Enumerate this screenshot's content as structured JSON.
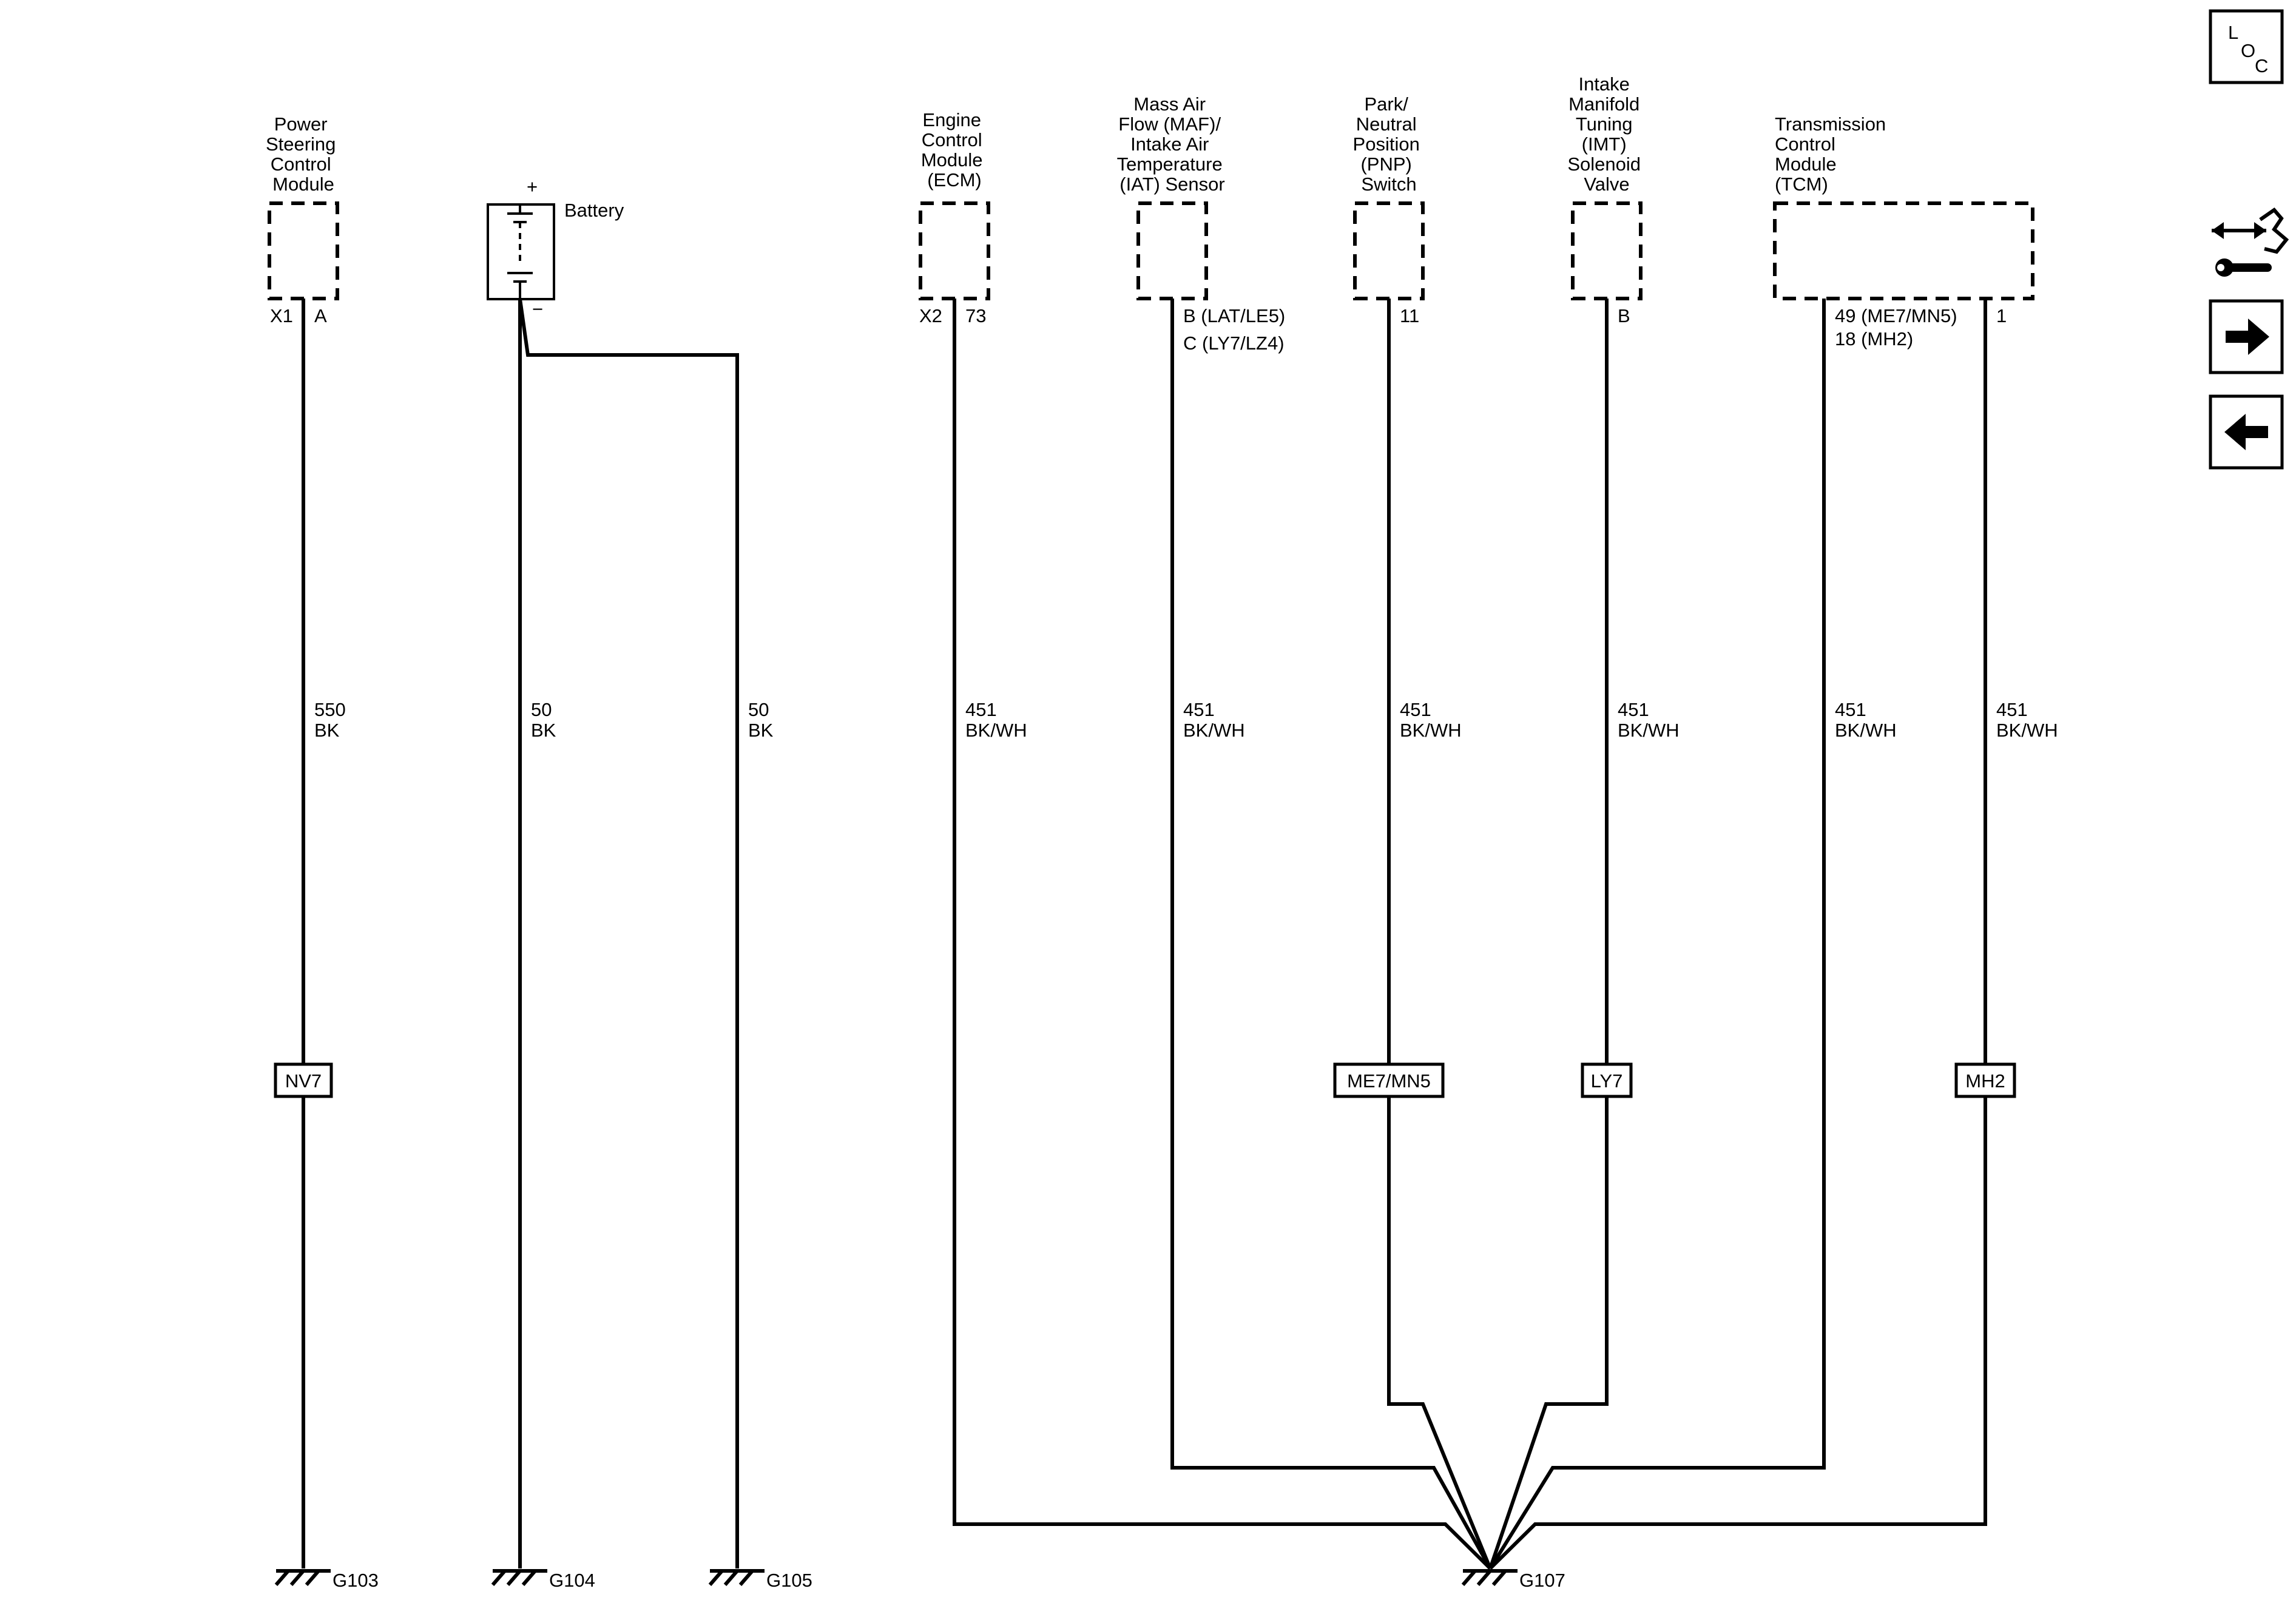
{
  "components": {
    "pscm": {
      "name": [
        "Power",
        "Steering",
        "Control",
        "Module"
      ],
      "connector": "X1",
      "pin": "A"
    },
    "battery": {
      "name": "Battery",
      "plus": "+",
      "minus": "−"
    },
    "ecm": {
      "name": [
        "Engine",
        "Control",
        "Module",
        "(ECM)"
      ],
      "connector": "X2",
      "pin": "73"
    },
    "maf": {
      "name": [
        "Mass Air",
        "Flow (MAF)/",
        "Intake Air",
        "Temperature",
        "(IAT) Sensor"
      ],
      "pins": [
        "B (LAT/LE5)",
        "C (LY7/LZ4)"
      ]
    },
    "pnp": {
      "name": [
        "Park/",
        "Neutral",
        "Position",
        "(PNP)",
        "Switch"
      ],
      "pin": "11"
    },
    "imt": {
      "name": [
        "Intake",
        "Manifold",
        "Tuning",
        "(IMT)",
        "Solenoid",
        "Valve"
      ],
      "pin": "B"
    },
    "tcm": {
      "name": [
        "Transmission",
        "Control",
        "Module",
        "(TCM)"
      ],
      "pins": [
        "49 (ME7/MN5)",
        "18 (MH2)"
      ],
      "pin2": "1"
    }
  },
  "wires": {
    "pscm": {
      "circuit": "550",
      "color": "BK"
    },
    "batt1": {
      "circuit": "50",
      "color": "BK"
    },
    "batt2": {
      "circuit": "50",
      "color": "BK"
    },
    "ecm": {
      "circuit": "451",
      "color": "BK/WH"
    },
    "maf": {
      "circuit": "451",
      "color": "BK/WH"
    },
    "pnp": {
      "circuit": "451",
      "color": "BK/WH"
    },
    "imt": {
      "circuit": "451",
      "color": "BK/WH"
    },
    "tcm1": {
      "circuit": "451",
      "color": "BK/WH"
    },
    "tcm2": {
      "circuit": "451",
      "color": "BK/WH"
    }
  },
  "options": {
    "nv7": "NV7",
    "me7": "ME7/MN5",
    "ly7": "LY7",
    "mh2": "MH2"
  },
  "grounds": {
    "g103": "G103",
    "g104": "G104",
    "g105": "G105",
    "g107": "G107"
  },
  "nav": {
    "loc": [
      "L",
      "O",
      "C"
    ],
    "icons": [
      "connector-wrench-icon",
      "arrow-right-icon",
      "arrow-left-icon"
    ]
  }
}
